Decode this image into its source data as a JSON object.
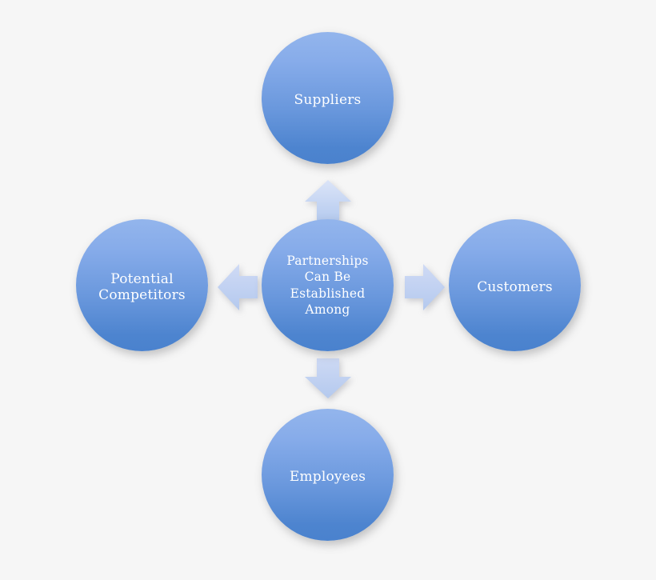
{
  "diagram": {
    "type": "hub-and-spoke",
    "background_color": "#f6f6f6",
    "circle_gradient_top": "#93b5ec",
    "circle_gradient_bottom": "#4a82ce",
    "arrow_gradient_light": "#d8e2f7",
    "arrow_gradient_dark": "#b6cbef",
    "label_color": "#ffffff",
    "center": {
      "label": "Partnerships\nCan Be\nEstablished\nAmong"
    },
    "nodes": [
      {
        "id": "suppliers",
        "label": "Suppliers",
        "position": "top"
      },
      {
        "id": "customers",
        "label": "Customers",
        "position": "right"
      },
      {
        "id": "employees",
        "label": "Employees",
        "position": "bottom"
      },
      {
        "id": "competitors",
        "label": "Potential\nCompetitors",
        "position": "left"
      }
    ],
    "arrows": [
      {
        "id": "arrow-up",
        "direction": "up",
        "from": "center",
        "to": "suppliers"
      },
      {
        "id": "arrow-right",
        "direction": "right",
        "from": "center",
        "to": "customers"
      },
      {
        "id": "arrow-down",
        "direction": "down",
        "from": "center",
        "to": "employees"
      },
      {
        "id": "arrow-left",
        "direction": "left",
        "from": "center",
        "to": "competitors"
      }
    ]
  }
}
